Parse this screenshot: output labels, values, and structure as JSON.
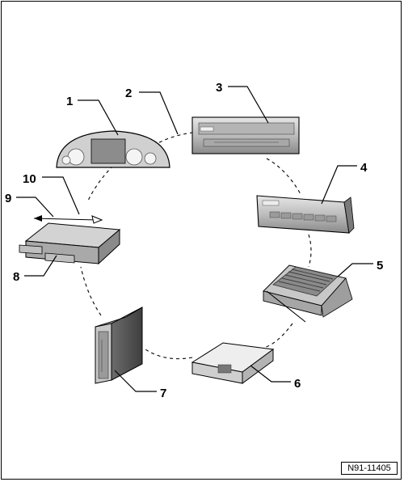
{
  "callouts": {
    "c1": "1",
    "c2": "2",
    "c3": "3",
    "c4": "4",
    "c5": "5",
    "c6": "6",
    "c7": "7",
    "c8": "8",
    "c9": "9",
    "c10": "10"
  },
  "figure_id": "N91-11405",
  "components": [
    {
      "number": "1",
      "icon": "instrument-cluster-icon"
    },
    {
      "number": "3",
      "icon": "radio-unit-icon"
    },
    {
      "number": "4",
      "icon": "control-panel-unit-icon"
    },
    {
      "number": "5",
      "icon": "amplifier-icon"
    },
    {
      "number": "6",
      "icon": "control-module-box-icon"
    },
    {
      "number": "7",
      "icon": "cd-changer-icon"
    },
    {
      "number": "8",
      "icon": "connector-module-icon"
    }
  ]
}
